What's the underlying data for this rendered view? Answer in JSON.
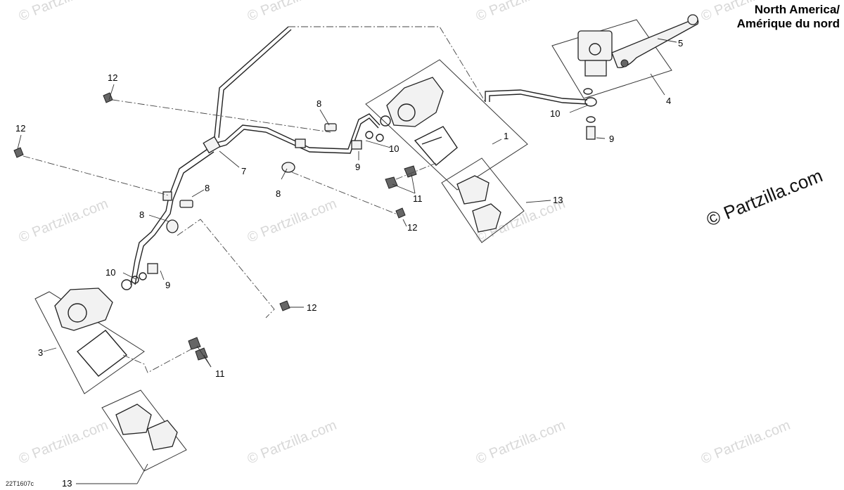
{
  "title_line1": "North America/",
  "title_line2": "Amérique du nord",
  "copyright": "© Partzilla.com",
  "figure_code": "22T1607c",
  "watermark_text": "© Partzilla.com",
  "callouts": {
    "c1": "1",
    "c3": "3",
    "c4": "4",
    "c5": "5",
    "c7": "7",
    "c8a": "8",
    "c8b": "8",
    "c8c": "8",
    "c8d": "8",
    "c9a": "9",
    "c9b": "9",
    "c9c": "9",
    "c10a": "10",
    "c10b": "10",
    "c10c": "10",
    "c11a": "11",
    "c11b": "11",
    "c12a": "12",
    "c12b": "12",
    "c12c": "12",
    "c12d": "12",
    "c13a": "13",
    "c13b": "13"
  }
}
